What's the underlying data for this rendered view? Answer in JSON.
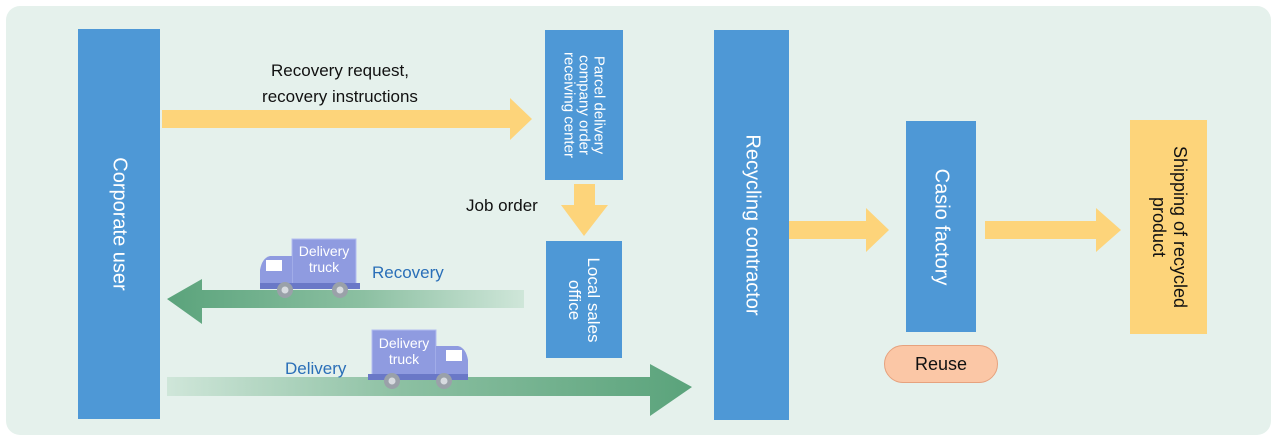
{
  "nodes": {
    "corporate_user": "Corporate user",
    "order_center": "Parcel delivery company order receiving center",
    "local_office": "Local sales office",
    "recycling_contractor": "Recycling contractor",
    "casio_factory": "Casio factory",
    "shipping": "Shipping of recycled product",
    "reuse": "Reuse"
  },
  "edge_labels": {
    "request_line1": "Recovery request,",
    "request_line2": "recovery instructions",
    "job_order": "Job order",
    "recovery": "Recovery",
    "delivery": "Delivery"
  },
  "trucks": {
    "recovery_truck_line1": "Delivery",
    "recovery_truck_line2": "truck",
    "delivery_truck_line1": "Delivery",
    "delivery_truck_line2": "truck"
  },
  "colors": {
    "panel": "#e5f1ec",
    "node_blue": "#4e98d6",
    "arrow_yellow": "#fdd47a",
    "arrow_green": "#5aa37b",
    "reuse_fill": "#fbc7a6"
  }
}
